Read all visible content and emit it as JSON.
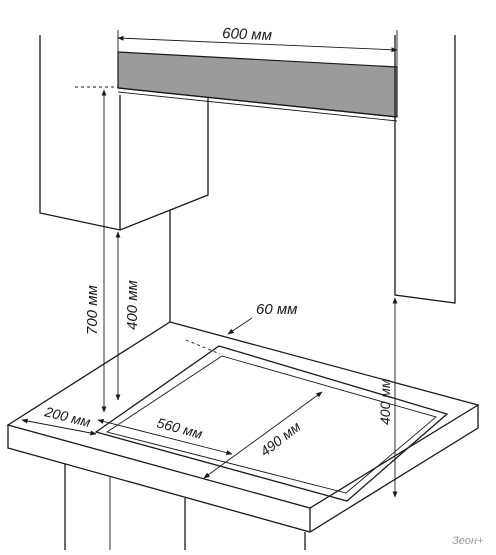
{
  "diagram": {
    "colors": {
      "line": "#1a1a1a",
      "hood": "#9b9b9b",
      "background": "#ffffff",
      "watermark": "#9a9a9a"
    },
    "dimensions": {
      "hood_width": "600 мм",
      "cabinet_to_hob": "700 мм",
      "hood_to_hob": "400 мм",
      "rear_gap": "60 мм",
      "side_gap": "200 мм",
      "cutout_width": "560 мм",
      "cutout_depth": "490 мм",
      "wall_cabinet_clearance": "400 мм"
    },
    "watermark": "Зеон+"
  }
}
